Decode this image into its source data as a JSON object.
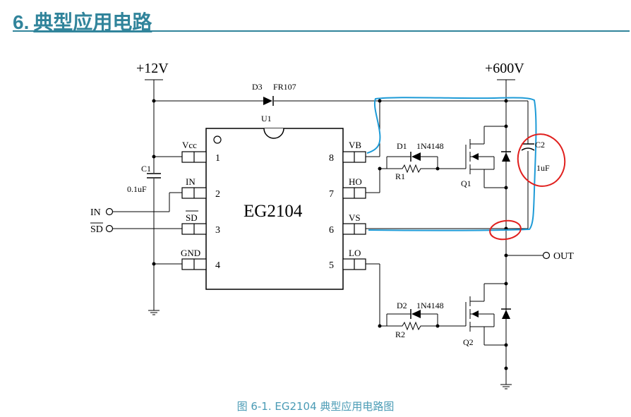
{
  "heading": {
    "number": "6.",
    "title": "典型应用电路"
  },
  "caption": "图 6-1. EG2104 典型应用电路图",
  "colors": {
    "heading": "#31849B",
    "caption": "#4A9BB5",
    "annotation_blue": "#1E9BD7",
    "annotation_red": "#E0201E"
  },
  "circuit": {
    "supply_low": "+12V",
    "supply_high": "+600V",
    "ic_ref": "U1",
    "ic_name": "EG2104",
    "pins_left": [
      {
        "num": "1",
        "name": "Vcc"
      },
      {
        "num": "2",
        "name": "IN"
      },
      {
        "num": "3",
        "name": "SD"
      },
      {
        "num": "4",
        "name": "GND"
      }
    ],
    "pins_right": [
      {
        "num": "8",
        "name": "VB"
      },
      {
        "num": "7",
        "name": "HO"
      },
      {
        "num": "6",
        "name": "VS"
      },
      {
        "num": "5",
        "name": "LO"
      }
    ],
    "inputs": {
      "in": "IN",
      "sd": "SD"
    },
    "output": "OUT",
    "d3": {
      "ref": "D3",
      "part": "FR107"
    },
    "d1": {
      "ref": "D1",
      "part": "1N4148"
    },
    "d2": {
      "ref": "D2",
      "part": "1N4148"
    },
    "r1": "R1",
    "r2": "R2",
    "q1": "Q1",
    "q2": "Q2",
    "c1": {
      "ref": "C1",
      "value": "0.1uF"
    },
    "c2": {
      "ref": "C2",
      "value": "1uF"
    }
  }
}
